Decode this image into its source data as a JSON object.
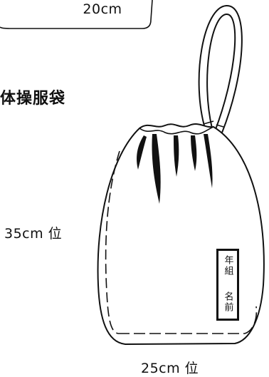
{
  "top_item": {
    "width_label": "20cm"
  },
  "bag": {
    "title": "体操服袋",
    "height_label": "35cm 位",
    "width_label": "25cm 位",
    "name_tag": {
      "grade_class": "年組",
      "name": "名前"
    }
  },
  "colors": {
    "line": "#111111",
    "background": "#ffffff"
  }
}
